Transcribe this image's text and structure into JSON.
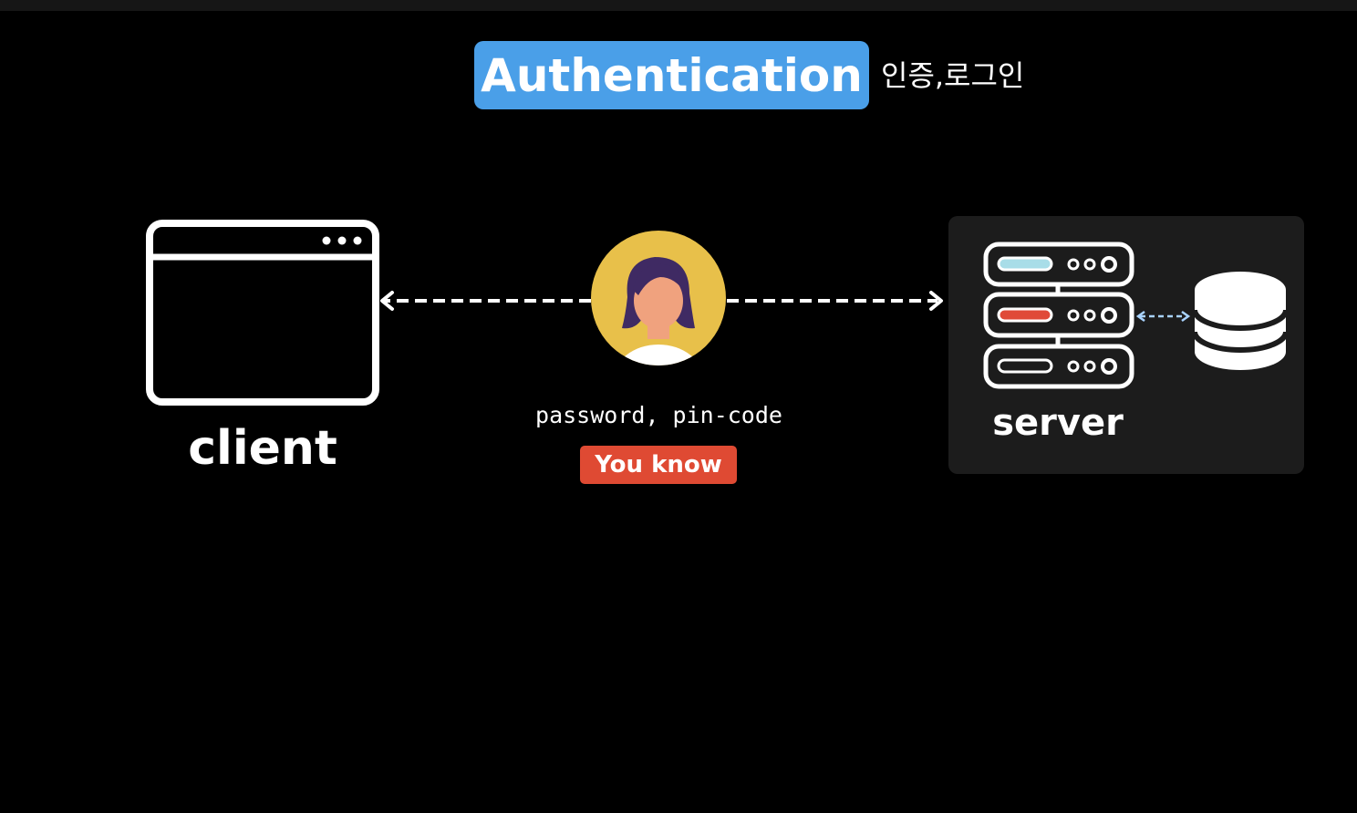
{
  "title": {
    "heading": "Authentication",
    "note": "인증,로그인"
  },
  "client": {
    "label": "client",
    "icon": "browser-window-icon"
  },
  "user": {
    "icon": "user-avatar-icon",
    "caption": "password, pin-code",
    "badge": "You know"
  },
  "server": {
    "label": "server",
    "icons": [
      "server-rack-icon",
      "database-icon"
    ]
  },
  "colors": {
    "background": "#000000",
    "title_badge": "#4a9fe8",
    "you_know_badge": "#df4a33",
    "avatar_circle": "#e8c04a",
    "server_panel": "#1c1c1c",
    "rack_bar_1": "#a8dde8",
    "rack_bar_2": "#e04a38",
    "db_link_arrow": "#a9d3ff"
  }
}
